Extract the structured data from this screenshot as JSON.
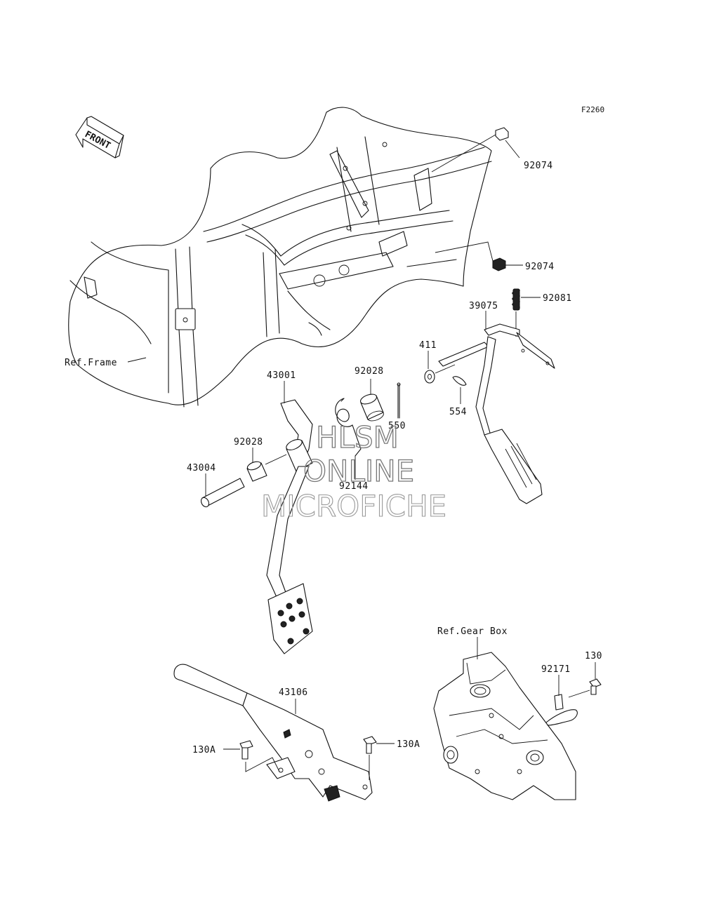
{
  "figure_id": "F2260",
  "front_arrow_label": "FRONT",
  "references": {
    "frame": "Ref.Frame",
    "gear_box": "Ref.Gear Box"
  },
  "parts": {
    "p92074_a": "92074",
    "p92074_b": "92074",
    "p92081": "92081",
    "p39075": "39075",
    "p411": "411",
    "p554": "554",
    "p92028_a": "92028",
    "p550": "550",
    "p43001": "43001",
    "p92028_b": "92028",
    "p92144": "92144",
    "p43004": "43004",
    "p43106": "43106",
    "p130A_a": "130A",
    "p130A_b": "130A",
    "p92171": "92171",
    "p130": "130"
  },
  "watermark": {
    "line1": "HLSM",
    "line2": "ONLINE",
    "line3": "MICROFICHE"
  }
}
